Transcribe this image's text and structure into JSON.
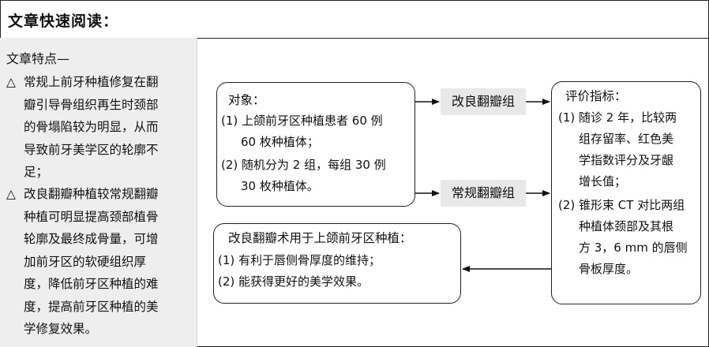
{
  "title": "文章快速阅读：",
  "sidebar": {
    "heading": "文章特点—",
    "bullets": [
      {
        "mark": "△",
        "lines": [
          "常规上前牙种植修复在翻",
          "瓣引导骨组织再生时颈部",
          "的骨塌陷较为明显，从而",
          "导致前牙美学区的轮廓不",
          "足；"
        ]
      },
      {
        "mark": "△",
        "lines": [
          "改良翻瓣种植较常规翻瓣",
          "种植可明显提高颈部植骨",
          "轮廓及最终成骨量，可增",
          "加前牙区的软硬组织厚",
          "度，降低前牙区种植的难",
          "度，提高前牙区种植的美",
          "学修复效果。"
        ]
      }
    ]
  },
  "subjects": {
    "title": "对象：",
    "items": [
      "(1) 上颌前牙区种植患者 60 例",
      "60 枚种植体；",
      "(2) 随机分为 2 组，每组 30 例",
      "30 枚种植体。"
    ]
  },
  "groups": {
    "modified": "改良翻瓣组",
    "conventional": "常规翻瓣组"
  },
  "evaluation": {
    "title": "评价指标：",
    "items": [
      "(1) 随诊 2 年，比较两",
      "组存留率、红色美",
      "学指数评分及牙龈",
      "增长值；",
      "(2) 锥形束 CT 对比两组",
      "种植体颈部及其根",
      "方 3，6 mm 的唇侧",
      "骨板厚度。"
    ]
  },
  "conclusion": {
    "title": "改良翻瓣术用于上颌前牙区种植：",
    "items": [
      "(1) 有利于唇侧骨厚度的维持；",
      "(2) 能获得更好的美学效果。"
    ]
  }
}
